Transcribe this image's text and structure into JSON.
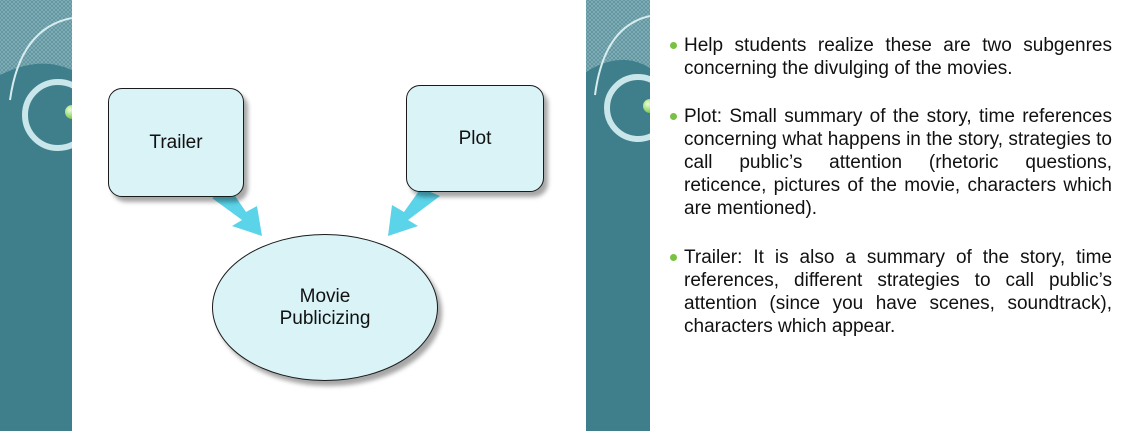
{
  "colors": {
    "side_band": "#3f7f8c",
    "shape_fill": "#d9f3f7",
    "arrow": "#5bd3e8",
    "bullet": "#79c142",
    "accent_ball": "#9be35a"
  },
  "diagram": {
    "boxes": [
      {
        "label": "Trailer"
      },
      {
        "label": "Plot"
      }
    ],
    "center_lines": [
      "Movie",
      "Publicizing"
    ]
  },
  "bullets": [
    {
      "text": "Help students realize these are two subgenres concerning the divulging of the movies."
    },
    {
      "text": "Plot: Small summary of the story, time references concerning what happens in the story, strategies to call public’s attention (rhetoric questions, reticence, pictures of the movie, characters which are mentioned)."
    },
    {
      "text": "Trailer: It is also a summary of the story, time references, different strategies to call public’s attention (since you have scenes, soundtrack), characters which appear."
    }
  ]
}
